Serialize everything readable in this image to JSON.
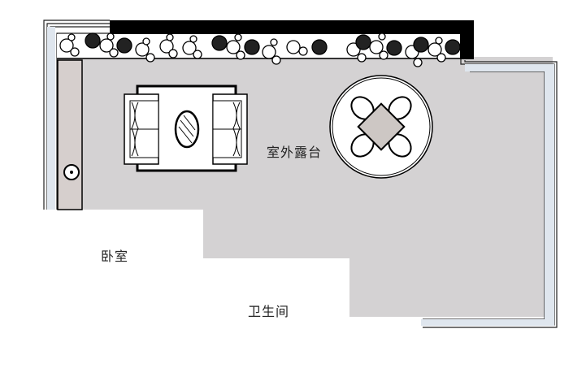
{
  "diagram": {
    "type": "floor-plan",
    "colors": {
      "terrace_floor": "#d4d2d3",
      "bedroom_floor": "#f7efe5",
      "bathroom_fixture": "#dbe6f0",
      "window_glass": "#dfe6ee",
      "planter_strip": "#d6cfcd",
      "wall": "#000000",
      "partition_wall": "#6f6f6f",
      "table_top": "#cdc7c4"
    },
    "rooms": [
      {
        "id": "terrace",
        "label": "室外露台"
      },
      {
        "id": "bedroom",
        "label": "卧室"
      },
      {
        "id": "bathroom",
        "label": "卫生间"
      }
    ],
    "furniture": [
      {
        "id": "sofa-left",
        "room": "terrace"
      },
      {
        "id": "sofa-right",
        "room": "terrace"
      },
      {
        "id": "oval-coffee-table",
        "room": "terrace"
      },
      {
        "id": "round-dining-set",
        "room": "terrace",
        "chairs": 4
      },
      {
        "id": "planter-row",
        "room": "terrace"
      },
      {
        "id": "double-bed",
        "room": "bedroom"
      },
      {
        "id": "nightstand-left",
        "room": "bedroom"
      },
      {
        "id": "nightstand-right",
        "room": "bedroom"
      },
      {
        "id": "wardrobe",
        "room": "bedroom"
      },
      {
        "id": "shower",
        "room": "bathroom"
      },
      {
        "id": "washbasin",
        "room": "bathroom"
      },
      {
        "id": "toilet",
        "room": "bathroom"
      }
    ]
  }
}
